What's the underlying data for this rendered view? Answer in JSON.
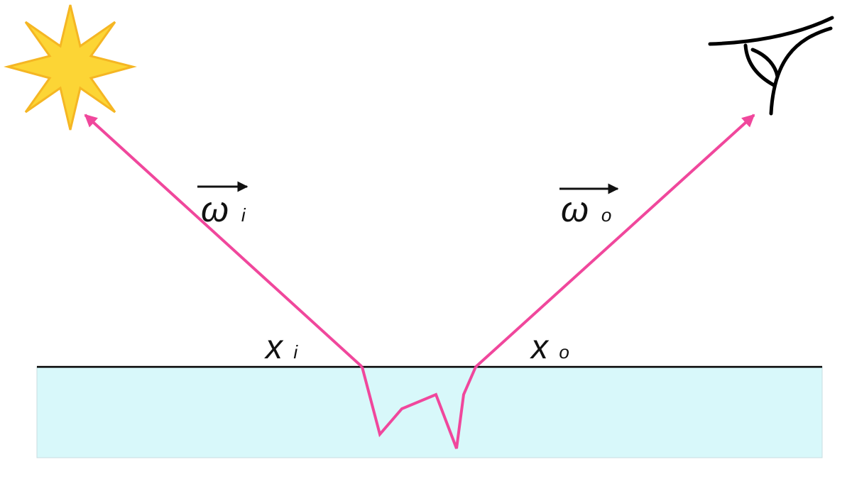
{
  "labels": {
    "incoming_direction": {
      "symbol": "ω",
      "subscript": "i"
    },
    "outgoing_direction": {
      "symbol": "ω",
      "subscript": "o"
    },
    "entry_point": {
      "symbol": "x",
      "subscript": "i"
    },
    "exit_point": {
      "symbol": "x",
      "subscript": "o"
    }
  },
  "icons": {
    "light_source": "sun-icon",
    "observer": "eye-icon"
  },
  "colors": {
    "ray": "#f0479c",
    "subsurface_medium": "#d8f8fa",
    "surface_line": "#000000",
    "sun_fill": "#fcd535",
    "sun_outline": "#f5b623",
    "eye_stroke": "#000000",
    "vector_arrow": "#000000"
  }
}
